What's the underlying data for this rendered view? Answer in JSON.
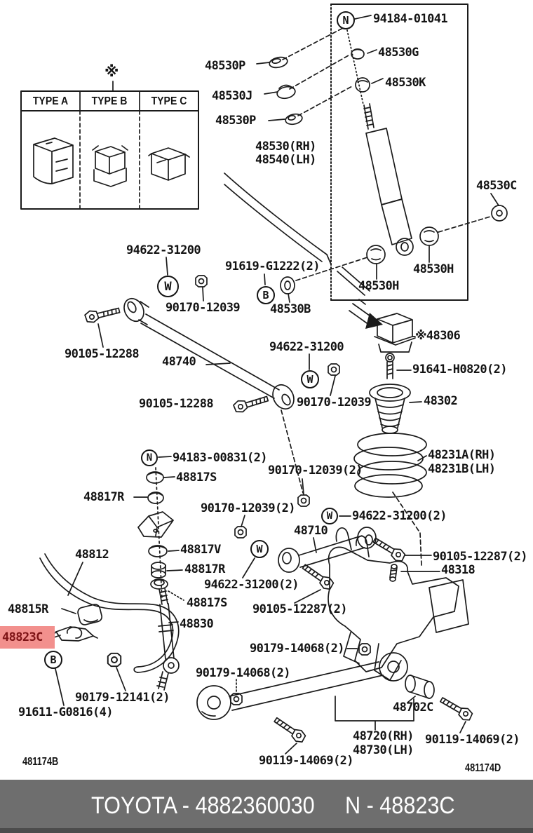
{
  "note_symbol": "※",
  "type_table": {
    "headers": [
      "TYPE A",
      "TYPE B",
      "TYPE C"
    ]
  },
  "markers": [
    "N",
    "B",
    "W",
    "W",
    "N",
    "W",
    "W",
    "B"
  ],
  "labels": [
    "94184-01041",
    "48530P",
    "48530G",
    "48530J",
    "48530K",
    "48530P",
    "48530(RH)",
    "48540(LH)",
    "48530C",
    "48530H",
    "48530H",
    "48530B",
    "91619-G1222(2)",
    "94622-31200",
    "90170-12039",
    "90105-12288",
    "48740",
    "90105-12288",
    "94622-31200",
    "90170-12039",
    "※48306",
    "91641-H0820(2)",
    "48302",
    "48231A(RH)",
    "48231B(LH)",
    "94183-00831(2)",
    "48817S",
    "48817R",
    "90170-12039(2)",
    "90170-12039(2)",
    "48710",
    "94622-31200(2)",
    "90105-12287(2)",
    "48318",
    "48812",
    "48817V",
    "48817R",
    "94622-31200(2)",
    "48817S",
    "90105-12287(2)",
    "48815R",
    "48830",
    "90179-14068(2)",
    "90179-14068(2)",
    "90179-12141(2)",
    "91611-G0816(4)",
    "48702C",
    "48720(RH)",
    "48730(LH)",
    "90119-14069(2)",
    "90119-14069(2)"
  ],
  "highlight_label": "48823C",
  "sheet_codes": {
    "left": "481174B",
    "right": "481174D"
  },
  "footer": {
    "brand_code": "TOYOTA - 4882360030",
    "part_code": "N - 48823C"
  },
  "colors": {
    "line": "#1a1a1a",
    "highlight_bg": "#f2908d",
    "highlight_text": "#7e1416",
    "footer_bg": "#6e6e6e",
    "footer_text": "#ffffff"
  }
}
